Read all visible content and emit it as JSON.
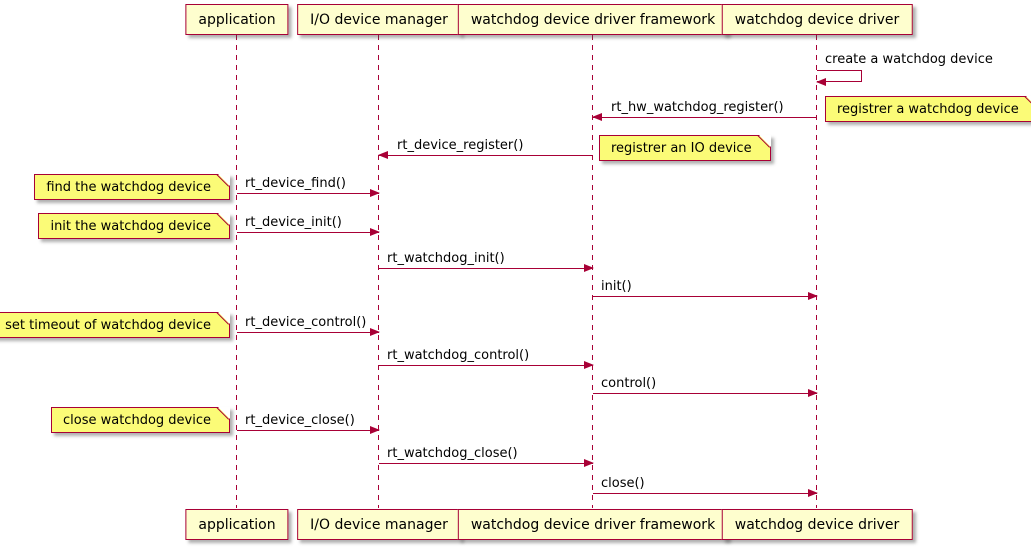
{
  "colors": {
    "border_and_arrows": "#A80036",
    "note_fill": "#FBFB77",
    "participant_fill": "#FEFECE",
    "background": "#FFFFFF",
    "text": "#000000"
  },
  "participants": [
    {
      "name": "application"
    },
    {
      "name": "I/O device manager"
    },
    {
      "name": "watchdog device driver framework"
    },
    {
      "name": "watchdog device driver"
    }
  ],
  "self_message": {
    "label": "create a watchdog device",
    "on": "watchdog device driver"
  },
  "messages": [
    {
      "label": "rt_hw_watchdog_register()",
      "from": "watchdog device driver",
      "to": "watchdog device driver framework"
    },
    {
      "label": "rt_device_register()",
      "from": "watchdog device driver framework",
      "to": "I/O device manager"
    },
    {
      "label": "rt_device_find()",
      "from": "application",
      "to": "I/O device manager"
    },
    {
      "label": "rt_device_init()",
      "from": "application",
      "to": "I/O device manager"
    },
    {
      "label": "rt_watchdog_init()",
      "from": "I/O device manager",
      "to": "watchdog device driver framework"
    },
    {
      "label": "init()",
      "from": "watchdog device driver framework",
      "to": "watchdog device driver"
    },
    {
      "label": "rt_device_control()",
      "from": "application",
      "to": "I/O device manager"
    },
    {
      "label": "rt_watchdog_control()",
      "from": "I/O device manager",
      "to": "watchdog device driver framework"
    },
    {
      "label": "control()",
      "from": "watchdog device driver framework",
      "to": "watchdog device driver"
    },
    {
      "label": "rt_device_close()",
      "from": "application",
      "to": "I/O device manager"
    },
    {
      "label": "rt_watchdog_close()",
      "from": "I/O device manager",
      "to": "watchdog device driver framework"
    },
    {
      "label": "close()",
      "from": "watchdog device driver framework",
      "to": "watchdog device driver"
    }
  ],
  "notes": [
    {
      "text": "registrer a watchdog device",
      "position": "right of watchdog device driver"
    },
    {
      "text": "registrer an IO device",
      "position": "right of watchdog device driver framework"
    },
    {
      "text": "find the watchdog device",
      "position": "left of application"
    },
    {
      "text": "init the watchdog device",
      "position": "left of application"
    },
    {
      "text": "set timeout of watchdog device",
      "position": "left of application"
    },
    {
      "text": "close watchdog device",
      "position": "left of application"
    }
  ]
}
